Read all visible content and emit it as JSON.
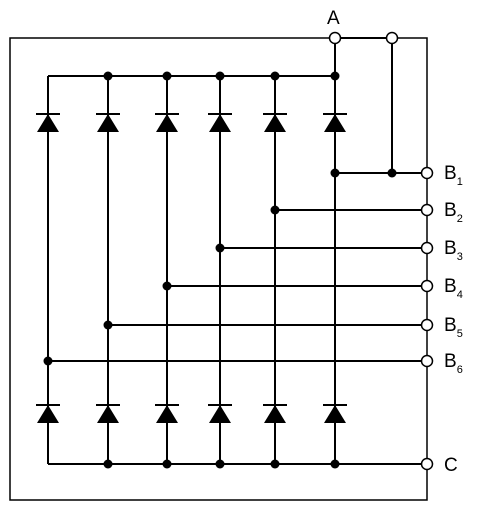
{
  "diagram": {
    "terminal_top": "A",
    "terminal_bottom": "C",
    "outputs": [
      {
        "base": "B",
        "sub": "1"
      },
      {
        "base": "B",
        "sub": "2"
      },
      {
        "base": "B",
        "sub": "3"
      },
      {
        "base": "B",
        "sub": "4"
      },
      {
        "base": "B",
        "sub": "5"
      },
      {
        "base": "B",
        "sub": "6"
      }
    ],
    "colors": {
      "line": "#000000",
      "background": "#ffffff"
    }
  }
}
